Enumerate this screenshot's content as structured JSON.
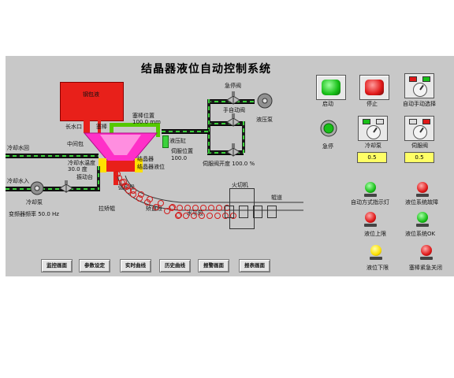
{
  "title": "结晶器液位自动控制系统",
  "process": {
    "tundish_label": "钢包液",
    "long_nozzle": "长水口",
    "stopper": "塞棒",
    "stopper_pos_label": "塞棒位置",
    "stopper_pos_value": "100.0 mm",
    "middle_pack": "中间包",
    "cooling_return": "冷却水回",
    "cooling_water_temp_label": "冷却水温度",
    "cooling_water_temp_value": "30.0  度",
    "vibration_table": "振动台",
    "cooling_water_in": "冷却水入",
    "cooling_pump": "冷却泵",
    "vfd_freq": "变频器频率  50.0  Hz",
    "crystallizer": "结晶器",
    "crystallizer_level": "结晶器液位",
    "hydraulic_cyl": "液压缸",
    "servo_pos_label": "伺服位置",
    "servo_pos_value": "100.0",
    "emergency_valve": "急停阀",
    "manual_valve": "手自动阀",
    "hydraulic_pump": "液压泵",
    "servo_valve_open": "伺服阀开度  100.0  %",
    "arc_section": "弧形段",
    "straightener": "拉矫辊",
    "straight_section": "矫直段",
    "horizontal_section": "水平段",
    "flame_cutter": "火切机",
    "roller_table": "辊道"
  },
  "controls": {
    "start": "启动",
    "stop": "停止",
    "auto_manual": "自动手动选择",
    "estop": "急停",
    "cooling_pump": "冷却泵",
    "cooling_pump_value": "0.5",
    "servo_valve": "伺服阀",
    "servo_valve_value": "0.5"
  },
  "lamps": {
    "auto_mode": "自动方式指示灯",
    "level_fault": "液位系统故障",
    "level_high": "液位上限",
    "level_ok": "液位系统OK",
    "level_low": "液位下限",
    "stopper_close": "塞棒紧急关闭"
  },
  "nav": [
    "监控画面",
    "参数设定",
    "实时曲线",
    "历史曲线",
    "报警画面",
    "报表画面"
  ],
  "colors": {
    "panel_bg": "#c8c8c8",
    "tundish_red": "#e8201a",
    "ladle_magenta": "#ff30c8",
    "pipe_green": "#3bd13b",
    "lamp_green": "#18c018",
    "lamp_red": "#e01818",
    "lamp_yellow": "#ffe000"
  },
  "icons": [
    "valve-icon",
    "pump-icon",
    "rotary-selector-icon",
    "indicator-lamp-icon",
    "push-button-icon"
  ]
}
